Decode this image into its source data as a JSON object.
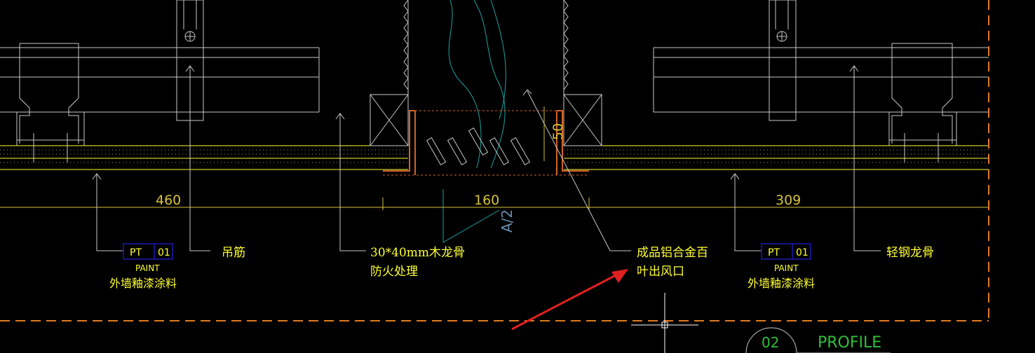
{
  "colors": {
    "background": "#000000",
    "linework": "#c8c8c8",
    "dimension": "#d8c23a",
    "text_yellow": "#ffff33",
    "tag_box": "#1a1ab4",
    "tag_text": "#ffff33",
    "cyan": "#1fa3a3",
    "orange": "#d4622a",
    "border_dash": "#e07a20",
    "green": "#2fbf3a",
    "arrow_red": "#e02020",
    "section_mark": "#6a8fb0"
  },
  "dimensions": {
    "left_width": "460",
    "middle_width": "160",
    "right_width": "309",
    "vent_height": "50"
  },
  "tags": {
    "left": {
      "code": "PT",
      "number": "01",
      "type": "PAINT",
      "desc": "外墙釉漆涂料"
    },
    "right": {
      "code": "PT",
      "number": "01",
      "type": "PAINT",
      "desc": "外墙釉漆涂料"
    }
  },
  "labels": {
    "hanger": "吊筋",
    "wood_keel_line1": "30*40mm木龙骨",
    "wood_keel_line2": "防火处理",
    "vent_line1": "成品铝合金百",
    "vent_line2": "叶出风口",
    "steel_keel": "轻钢龙骨"
  },
  "section_mark": {
    "text": "A/2"
  },
  "title_block": {
    "number": "02",
    "title": "PROFILE"
  },
  "icons": [
    "crosshair-cursor-icon",
    "red-pointer-arrow-icon",
    "bolt-symbol-icon"
  ]
}
